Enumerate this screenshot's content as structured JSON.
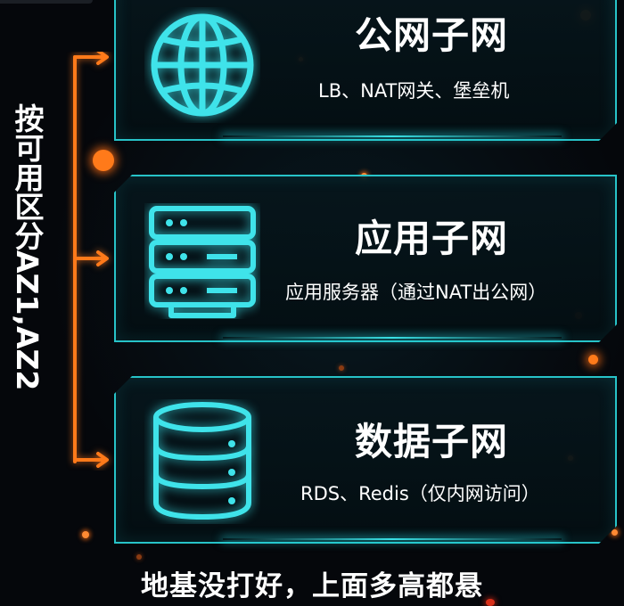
{
  "side_label": "按可用区分AZ1,AZ2",
  "colors": {
    "accent_cyan": "#27c3c8",
    "bracket_orange": "#ff7a1a",
    "background": "#05070b"
  },
  "tiers": [
    {
      "title": "公网子网",
      "subtitle": "LB、NAT网关、堡垒机",
      "icon": "globe-icon"
    },
    {
      "title": "应用子网",
      "subtitle": "应用服务器（通过NAT出公网）",
      "icon": "server-rack-icon"
    },
    {
      "title": "数据子网",
      "subtitle": "RDS、Redis（仅内网访问）",
      "icon": "database-icon"
    }
  ],
  "caption": "地基没打好，上面多高都悬"
}
